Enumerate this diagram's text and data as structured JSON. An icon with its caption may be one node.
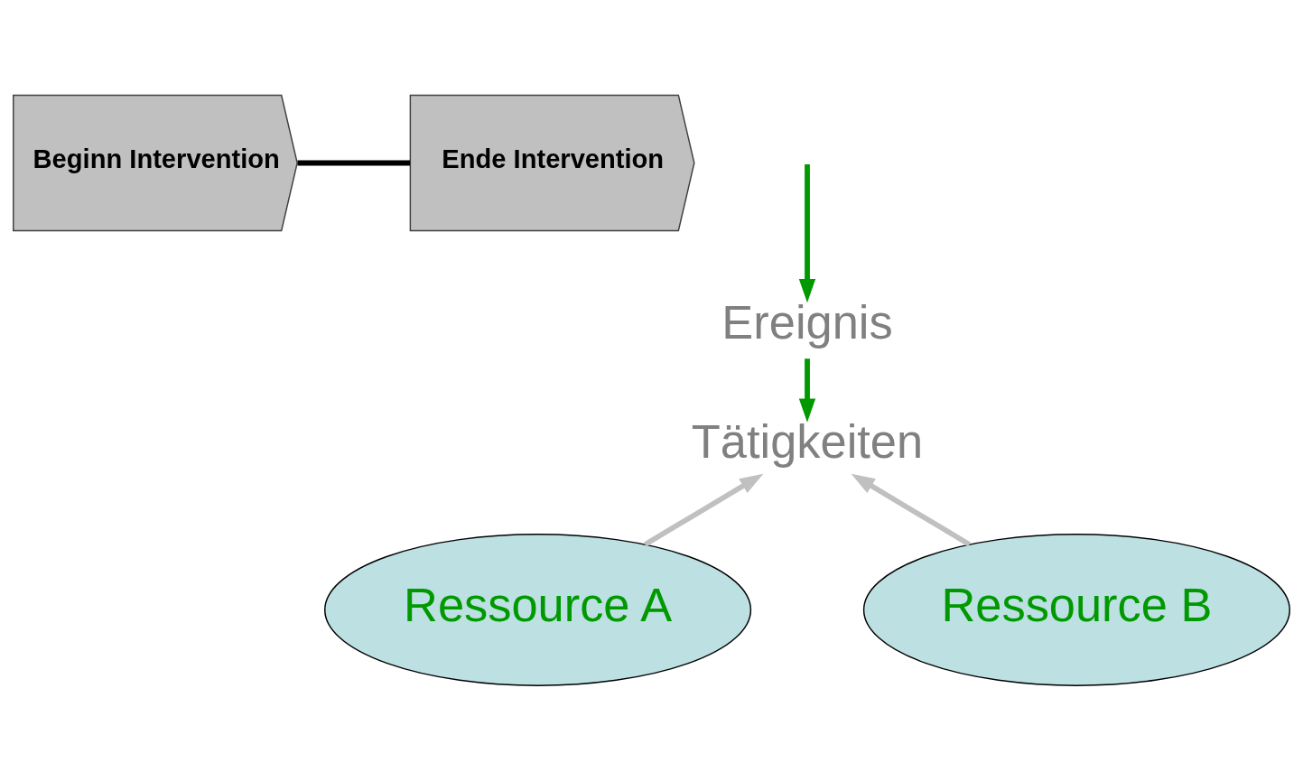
{
  "diagram": {
    "nodes": [
      {
        "text": [
          "Beginn Intervention"
        ]
      },
      {
        "text": [
          "Ende Intervention"
        ]
      },
      {
        "text": [
          "Ereignis"
        ]
      },
      {
        "text": [
          "Tätigkeiten"
        ]
      },
      {
        "text": [
          "Ressource A"
        ]
      },
      {
        "text": [
          "Ressource B"
        ]
      }
    ],
    "edges": [
      {
        "from": 0,
        "to": 1,
        "arrow": "none",
        "color": "#000000"
      },
      {
        "from": null,
        "to": 2,
        "arrow": "to",
        "color": "#009900"
      },
      {
        "from": 2,
        "to": 3,
        "arrow": "to",
        "color": "#009900"
      },
      {
        "from": 4,
        "to": 3,
        "arrow": "to",
        "color": "#c0c0c0"
      },
      {
        "from": 5,
        "to": 3,
        "arrow": "to",
        "color": "#c0c0c0"
      }
    ]
  }
}
